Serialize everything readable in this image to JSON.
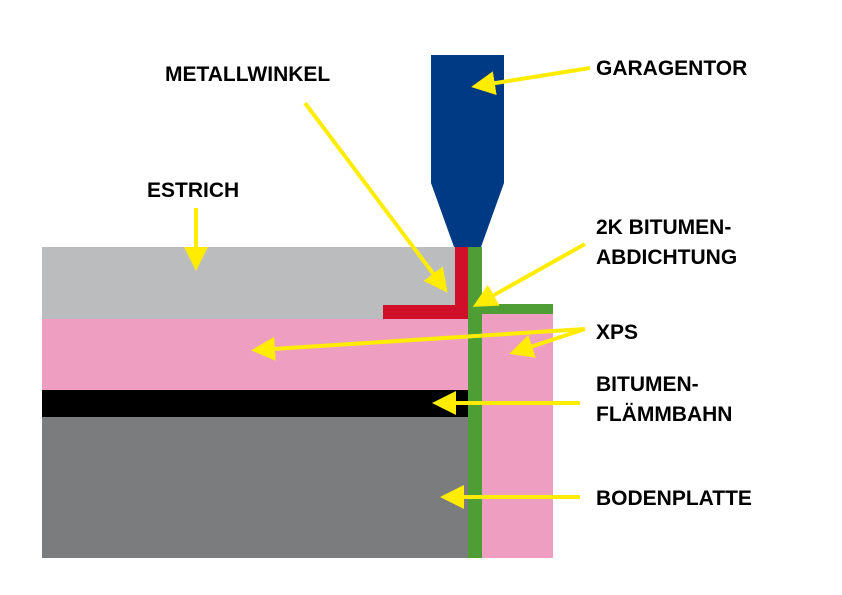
{
  "labels": {
    "garagentor": "GARAGENTOR",
    "metallwinkel": "METALLWINKEL",
    "estrich": "ESTRICH",
    "abdichtung_line1": "2K BITUMEN-",
    "abdichtung_line2": "ABDICHTUNG",
    "xps": "XPS",
    "flaemmbahn_line1": "BITUMEN-",
    "flaemmbahn_line2": "FLÄMMBAHN",
    "bodenplatte": "BODENPLATTE"
  },
  "colors": {
    "estrich": "#bbbcbe",
    "xps": "#ee9fc1",
    "flaemmbahn": "#000000",
    "bodenplatte": "#7b7c7e",
    "abdichtung": "#4e9e35",
    "metallwinkel": "#d0102a",
    "garagentor": "#003a84",
    "arrow": "#ffec00"
  }
}
